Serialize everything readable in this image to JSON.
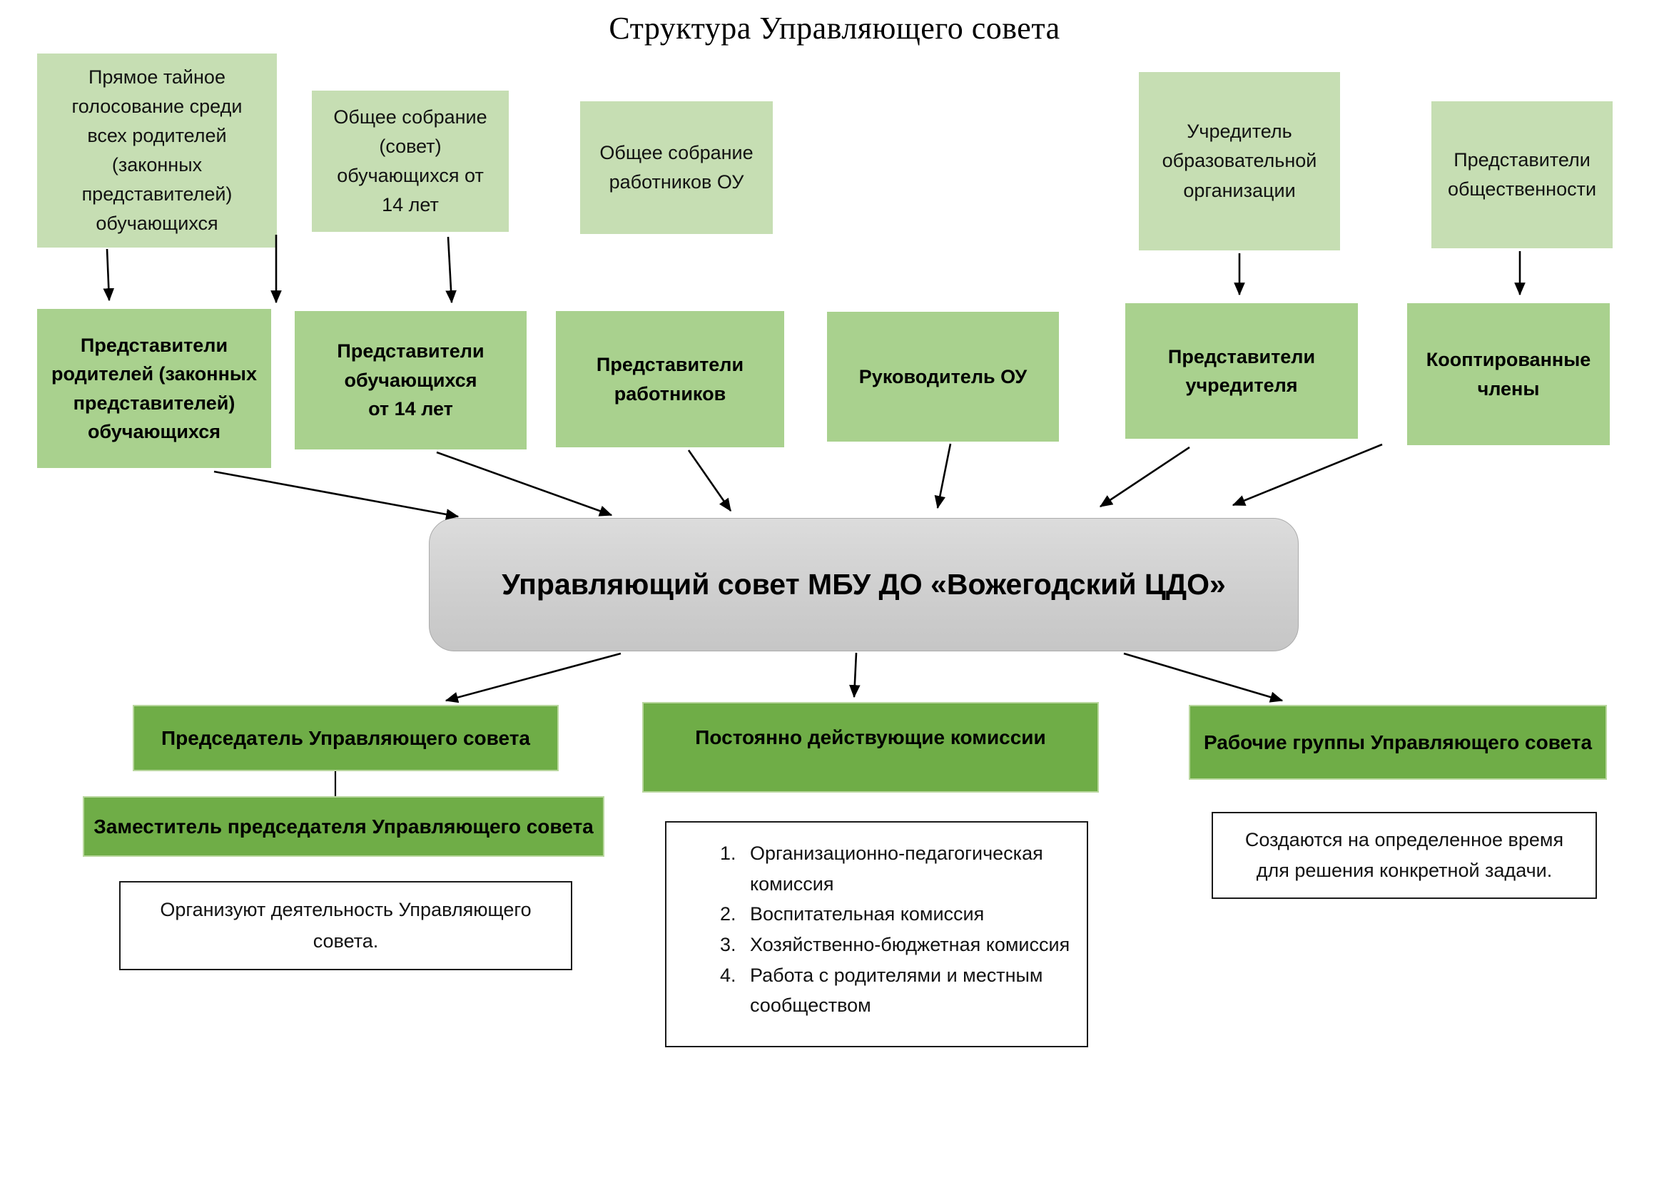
{
  "title": "Структура Управляющего совета",
  "colors": {
    "light_green": "#c6deb3",
    "medium_green": "#a9d18e",
    "dark_green": "#6fad47",
    "gray_top": "#dcdcdc",
    "gray_bottom": "#c6c6c6"
  },
  "sources": [
    {
      "text": "Прямое тайное\nголосование среди\nвсех родителей\n(законных\nпредставителей)\nобучающихся"
    },
    {
      "text": "Общее собрание\n(совет)\nобучающихся от\n14 лет"
    },
    {
      "text": "Общее собрание\nработников ОУ"
    },
    {
      "text": "Учредитель\nобразовательной\nорганизации"
    },
    {
      "text": "Представители\nобщественности"
    }
  ],
  "members": [
    {
      "text": "Представители\nродителей (законных\nпредставителей)\nобучающихся"
    },
    {
      "text": "Представители\nобучающихся\nот 14 лет"
    },
    {
      "text": "Представители\nработников"
    },
    {
      "text": "Руководитель ОУ"
    },
    {
      "text": "Представители\nучредителя"
    },
    {
      "text": "Кооптированные\nчлены"
    }
  ],
  "council": {
    "label": "Управляющий совет МБУ ДО «Вожегодский ЦДО»"
  },
  "chairman": {
    "label": "Председатель Управляющего совета"
  },
  "deputy": {
    "label": "Заместитель председателя Управляющего совета"
  },
  "notes": {
    "chairman": "Организуют деятельность Управляющего\nсовета.",
    "groups": "Создаются на определенное время\nдля решения конкретной задачи."
  },
  "commissions": {
    "title": "Постоянно действующие комиссии",
    "items": [
      "Организационно-педагогическая комиссия",
      "Воспитательная комиссия",
      "Хозяйственно-бюджетная комиссия",
      "Работа с родителями и местным сообществом"
    ]
  },
  "groups": {
    "title": "Рабочие группы Управляющего совета"
  }
}
